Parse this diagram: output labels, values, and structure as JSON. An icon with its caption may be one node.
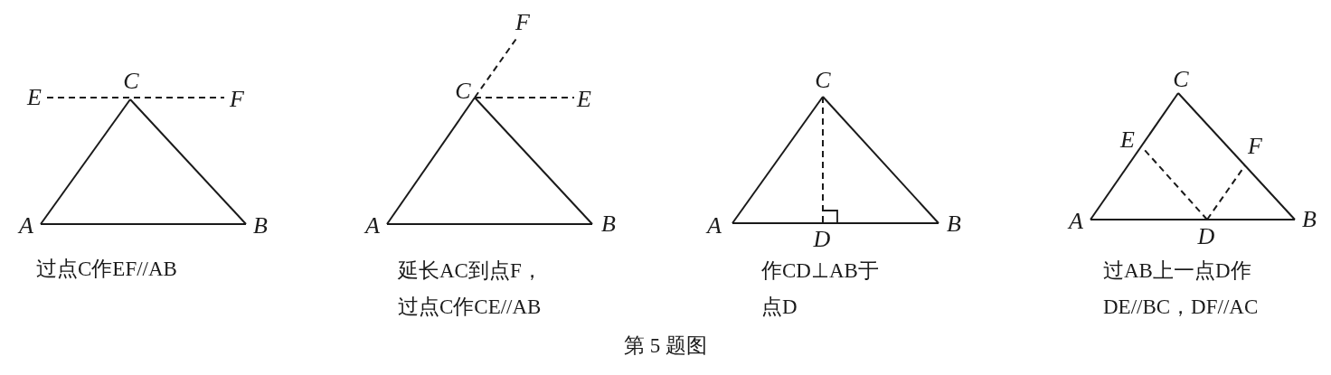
{
  "diagram": {
    "caption": "第 5 题图",
    "nodes": [
      {
        "text": [
          "E"
        ]
      },
      {
        "text": [
          "C"
        ]
      },
      {
        "text": [
          "F"
        ]
      },
      {
        "text": [
          "A"
        ]
      },
      {
        "text": [
          "B"
        ]
      },
      {
        "text": [
          "F"
        ]
      },
      {
        "text": [
          "C"
        ]
      },
      {
        "text": [
          "E"
        ]
      },
      {
        "text": [
          "A"
        ]
      },
      {
        "text": [
          "B"
        ]
      },
      {
        "text": [
          "C"
        ]
      },
      {
        "text": [
          "A"
        ]
      },
      {
        "text": [
          "B"
        ]
      },
      {
        "text": [
          "D"
        ]
      },
      {
        "text": [
          "C"
        ]
      },
      {
        "text": [
          "E"
        ]
      },
      {
        "text": [
          "F"
        ]
      },
      {
        "text": [
          "A"
        ]
      },
      {
        "text": [
          "B"
        ]
      },
      {
        "text": [
          "D"
        ]
      }
    ],
    "edges": [
      {
        "from": 0,
        "to": 2,
        "arrow": "none",
        "style": "dashed"
      },
      {
        "from": 3,
        "to": 4,
        "arrow": "none"
      },
      {
        "from": 4,
        "to": 1,
        "arrow": "none"
      },
      {
        "from": 1,
        "to": 3,
        "arrow": "none"
      },
      {
        "from": 8,
        "to": 9,
        "arrow": "none"
      },
      {
        "from": 9,
        "to": 6,
        "arrow": "none"
      },
      {
        "from": 8,
        "to": 6,
        "arrow": "none"
      },
      {
        "from": 6,
        "to": 5,
        "arrow": "none",
        "style": "dashed"
      },
      {
        "from": 6,
        "to": 7,
        "arrow": "none",
        "style": "dashed"
      },
      {
        "from": 11,
        "to": 12,
        "arrow": "none"
      },
      {
        "from": 12,
        "to": 10,
        "arrow": "none"
      },
      {
        "from": 11,
        "to": 10,
        "arrow": "none"
      },
      {
        "from": 10,
        "to": 13,
        "arrow": "none",
        "style": "dashed"
      },
      {
        "from": 17,
        "to": 18,
        "arrow": "none"
      },
      {
        "from": 14,
        "to": 18,
        "arrow": "none"
      },
      {
        "from": 17,
        "to": 14,
        "arrow": "none"
      },
      {
        "from": 19,
        "to": 15,
        "arrow": "none",
        "style": "dashed"
      },
      {
        "from": 19,
        "to": 16,
        "arrow": "none",
        "style": "dashed"
      }
    ],
    "labels": [
      "过点C作EF//AB",
      "延长AC到点F，过点C作CE//AB",
      "作CD⊥AB于点D",
      "过AB上一点D作DE//BC，DF//AC"
    ]
  }
}
